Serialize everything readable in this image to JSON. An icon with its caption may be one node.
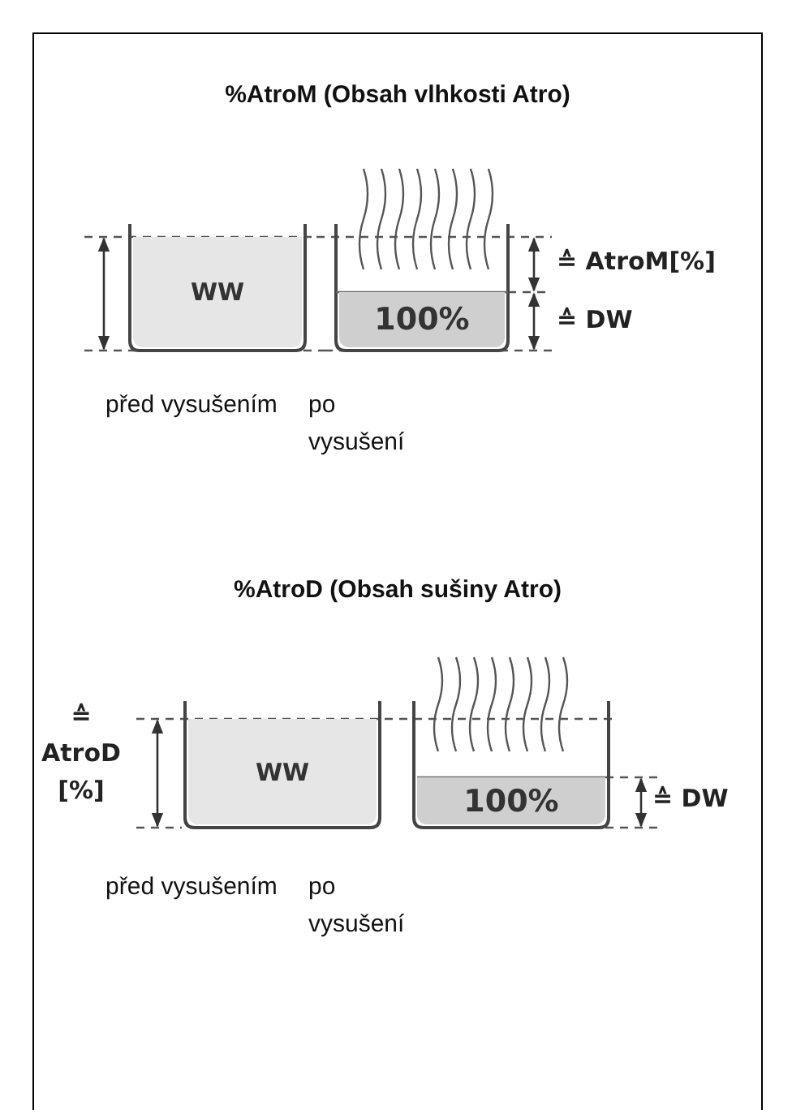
{
  "diagram": {
    "nodes": [
      {
        "text": [
          "WW"
        ]
      },
      {
        "text": [
          "100%"
        ]
      },
      {
        "text": [
          "WW"
        ]
      },
      {
        "text": [
          "100%"
        ]
      }
    ],
    "labels": [
      "%AtroM (Obsah vlhkosti Atro)",
      "≙ AtroM[%]",
      "≙ DW",
      "před vysušením",
      "po vysušení",
      "%AtroD (Obsah sušiny Atro)",
      "≙ AtroD [%]",
      "≙ DW",
      "před vysušením",
      "po vysušení"
    ]
  }
}
